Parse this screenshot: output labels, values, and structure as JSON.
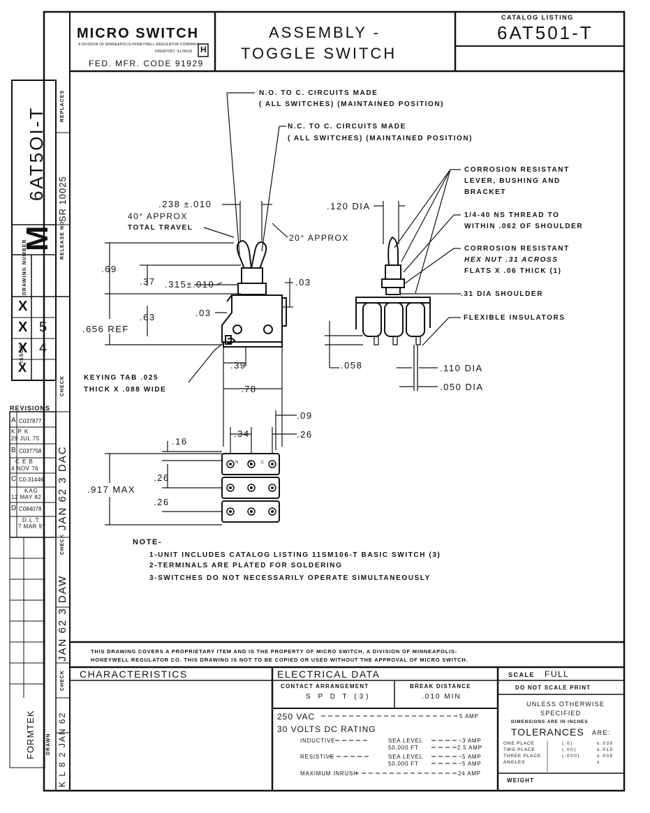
{
  "title_block": {
    "company": "MICRO SWITCH",
    "division": "A DIVISION OF MINNEAPOLIS-HONEYWELL REGULATOR COMPANY",
    "city": "FREEPORT, ILLINOIS",
    "mfr_code": "FED. MFR. CODE 91929",
    "title_line1": "ASSEMBLY -",
    "title_line2": "TOGGLE  SWITCH",
    "catalog_label": "CATALOG LISTING",
    "catalog_number": "6AT501-T"
  },
  "left_margin": {
    "replaces_label": "REPLACES",
    "catalog_vertical": "6AT5OI-T",
    "release_label": "RELEASE NO.",
    "release_number": "SR 10025",
    "drawing_number_label": "DRAWING NUMBER",
    "drawing_letter": "M",
    "issue_label": "ISSUE",
    "issue_marks": [
      "X",
      "5",
      "X",
      "4",
      "X",
      "X"
    ],
    "check_label": "CHECK",
    "revisions_label": "REVISIONS",
    "revisions": [
      {
        "letter": "A",
        "text": "C037877"
      },
      {
        "letter": "B",
        "text": "C037758"
      },
      {
        "letter": "C",
        "text": "C0-31446"
      },
      {
        "letter": "D",
        "text": "C084078"
      }
    ],
    "revision_notes": [
      "K  P  K",
      "29 JUL 75",
      "C E B",
      "4 NOV 76",
      "KAG",
      "12 MAY 82",
      "D.L.T.",
      "7 MAR 97"
    ],
    "rev_initials": "JAN 62  3  DAC",
    "rev_initials2": "JAN 62  3  DAW",
    "formtek": "FORMTEK",
    "drawn_label": "DRAWN",
    "drawn_by": "K L 8  2  JAN  62"
  },
  "callouts": {
    "no_to_c_1": "N.O. TO C. CIRCUITS MADE",
    "no_to_c_2": "( ALL  SWITCHES) (MAINTAINED POSITION)",
    "nc_to_c_1": "N.C. TO C. CIRCUITS MADE",
    "nc_to_c_2": "( ALL  SWITCHES) (MAINTAINED POSITION)",
    "corrosion1_1": "CORROSION  RESISTANT",
    "corrosion1_2": "LEVER, BUSHING  AND",
    "corrosion1_3": "BRACKET",
    "thread_1": "1/4-40 NS THREAD TO",
    "thread_2": "WITHIN .062 OF SHOULDER",
    "corrosion2_1": "CORROSION  RESISTANT",
    "corrosion2_2": "HEX NUT .31 ACROSS",
    "corrosion2_3": "FLATS X .06 THICK (1)",
    "shoulder": ".31 DIA  SHOULDER",
    "insulators": "FLEXIBLE  INSULATORS",
    "keying_1": "KEYING TAB .025",
    "keying_2": "THICK X .088 WIDE"
  },
  "dimensions": {
    "d238": ".238 ±.010",
    "angle40_1": "40° APPROX",
    "angle40_2": "TOTAL TRAVEL",
    "angle20": "20° APPROX",
    "d120": ".120 DIA",
    "d69": ".69",
    "d37": ".37",
    "d315": ".315±.010",
    "d03a": ".03",
    "d03b": ".03",
    "d63": ".63",
    "d656": ".656 REF",
    "d39": ".39",
    "d78": ".78",
    "d09": ".09",
    "d34": ".34",
    "d26a": ".26",
    "d16": ".16",
    "d917": ".917 MAX",
    "d26b": ".26",
    "d26c": ".26",
    "d058": ".058",
    "d110": ".110 DIA",
    "d050": ".050 DIA"
  },
  "notes": {
    "heading": "NOTE-",
    "n1": "1-UNIT INCLUDES CATALOG LISTING  11SM106-T BASIC SWITCH (3)",
    "n2": "2-TERMINALS  ARE  PLATED FOR  SOLDERING",
    "n3": "3-SWITCHES  DO  NOT  NECESSARILY  OPERATE  SIMULTANEOUSLY"
  },
  "proprietary": {
    "line1": "THIS DRAWING COVERS A PROPRIETARY ITEM AND IS THE PROPERTY OF MICRO SWITCH, A DIVISION OF MINNEAPOLIS-",
    "line2": "HONEYWELL REGULATOR CO. THIS DRAWING IS NOT TO BE COPIED OR USED WITHOUT THE APPROVAL OF MICRO SWITCH."
  },
  "bottom": {
    "characteristics": "CHARACTERISTICS",
    "electrical": "ELECTRICAL DATA",
    "contact_label": "CONTACT ARRANGEMENT",
    "contact_value": "S P D T (3)",
    "break_label": "BREAK DISTANCE",
    "break_value": ".010 MIN",
    "vac": "250 VAC",
    "vac_amp": "5  AMP",
    "vdc": "30 VOLTS DC RATING",
    "inductive": "INDUCTIVE",
    "sea_level": "SEA LEVEL",
    "ind_sea": "3  AMP",
    "ft50": "50,000 FT",
    "ind_50": "2.5  AMP",
    "resistive": "RESISTIVE",
    "res_sea": "5  AMP",
    "res_50": "5  AMP",
    "inrush": "MAXIMUM INRUSH",
    "inrush_val": "24  AMP",
    "scale_label": "SCALE",
    "scale_value": "FULL",
    "do_not_scale": "DO NOT SCALE PRINT",
    "unless1": "UNLESS OTHERWISE",
    "unless2": "SPECIFIED",
    "dims_inches": "DIMENSIONS ARE IN INCHES",
    "tolerances": "TOLERANCES",
    "are": "ARE:",
    "tol_rows": [
      {
        "label": "ONE PLACE",
        "fmt": "(.0)",
        "val": "±.030"
      },
      {
        "label": "TWO PLACE",
        "fmt": "(.00)",
        "val": "±.015"
      },
      {
        "label": "THREE PLACE",
        "fmt": "(.000)",
        "val": "±.005"
      },
      {
        "label": "ANGLES",
        "fmt": "",
        "val": "±"
      }
    ],
    "weight": "WEIGHT"
  }
}
